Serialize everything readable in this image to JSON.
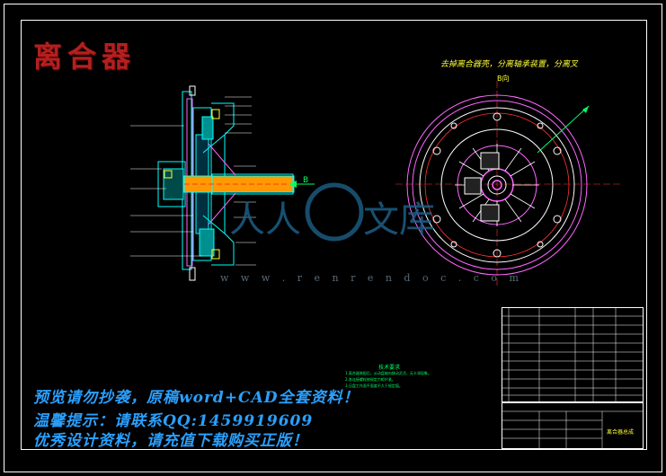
{
  "title": "离合器",
  "caption": "去掉离合器壳，分离轴承装置，分离叉",
  "view_label": "B向",
  "arrow_label": "B",
  "watermark": {
    "url": "w w w . r e n r e n d o c . c o m",
    "left": "人人",
    "right": "文库"
  },
  "notes_title": "技术要求",
  "notes": [
    "1.离合器装配后，从动盘轴向移动灵活，无卡滞现象。",
    "2.各连接螺栓按规定力矩拧紧。",
    "3.压盘工作面平面度不大于规定值。"
  ],
  "promo": {
    "line1": "预览请勿抄袭，原稿word+CAD全套资料！",
    "line2": "温馨提示：请联系QQ:1459919609",
    "line3": "优秀设计资料，请充值下载购买正版！"
  },
  "title_block_name": "离合器总成"
}
